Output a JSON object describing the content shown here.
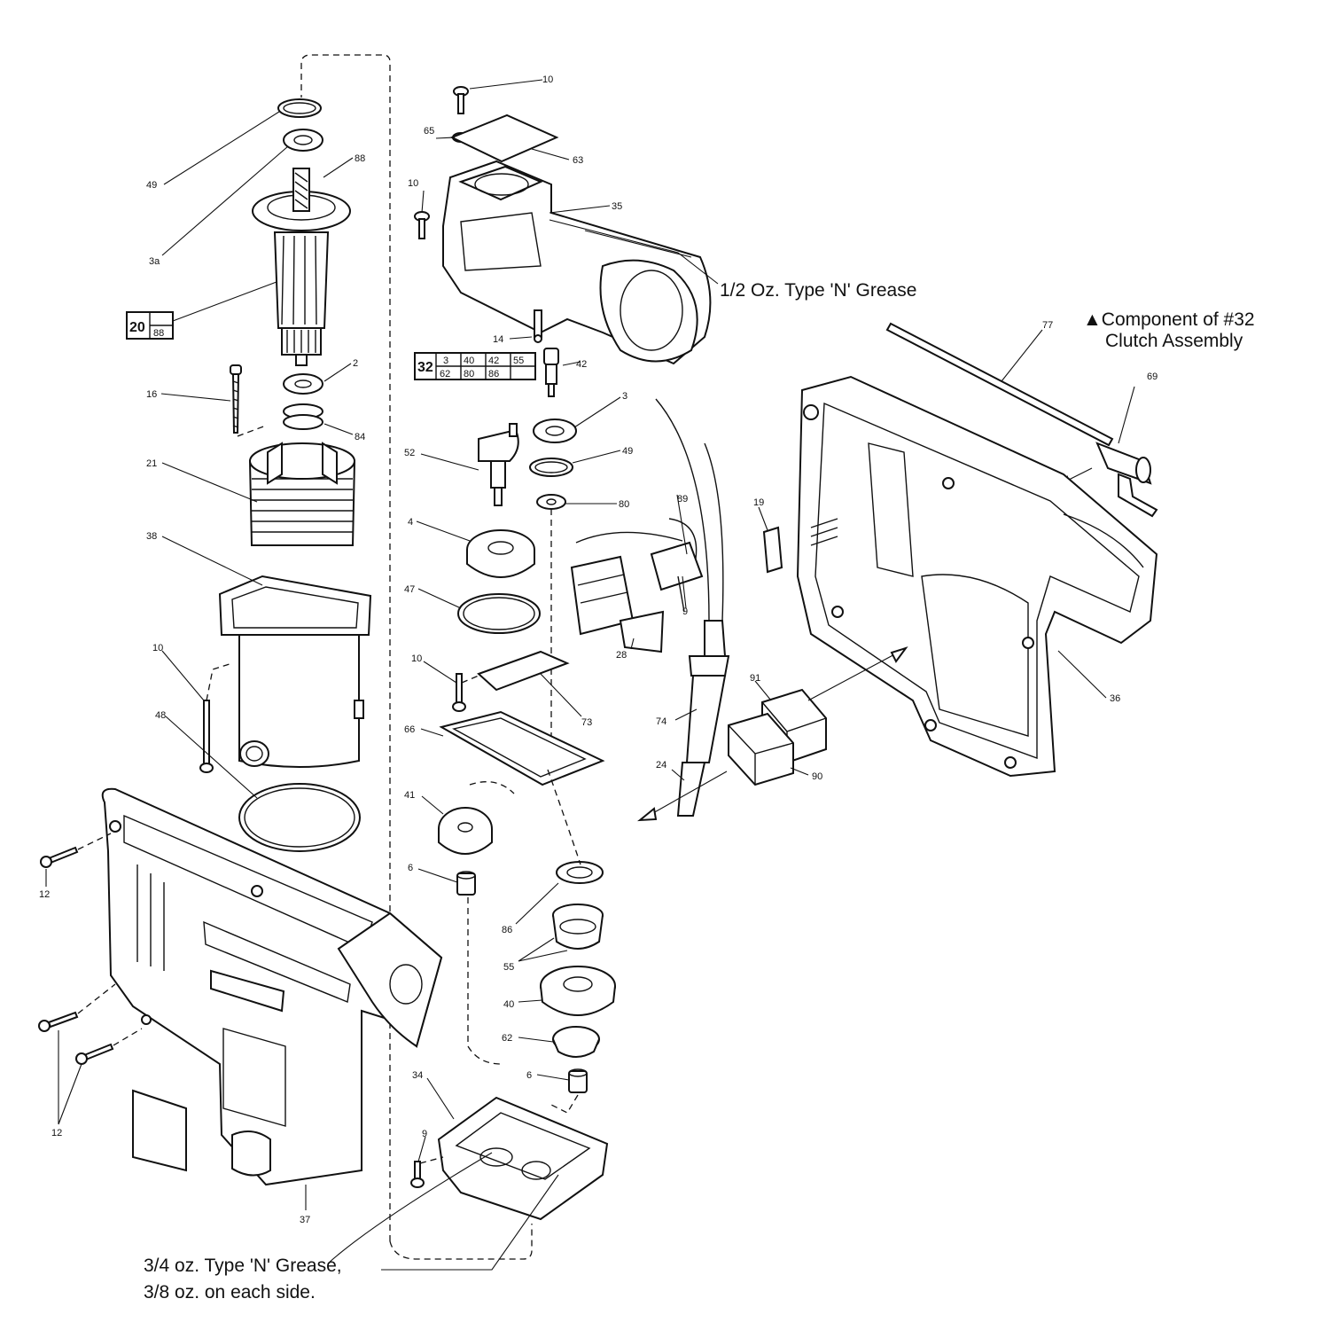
{
  "notes": {
    "top_grease": "1/2 Oz. Type 'N' Grease",
    "component_title": "▲Component of #32",
    "component_sub": "Clutch Assembly",
    "bottom_grease_1": "3/4 oz. Type 'N' Grease,",
    "bottom_grease_2": "3/8 oz. on each side."
  },
  "labels": {
    "p10a": "10",
    "p65": "65",
    "p63": "63",
    "p10b": "10",
    "p35": "35",
    "p14": "14",
    "p49a": "49",
    "p88": "88",
    "p3a": "3a",
    "p2": "2",
    "p16": "16",
    "p84": "84",
    "p21": "21",
    "p38": "38",
    "p10c": "10",
    "p48": "48",
    "p12a": "12",
    "p12b": "12",
    "p37": "37",
    "p42": "42",
    "p3": "3",
    "p49b": "49",
    "p52": "52",
    "p80": "80",
    "p4": "4",
    "p47": "47",
    "p10d": "10",
    "p73": "73",
    "p66": "66",
    "p41": "41",
    "p6a": "6",
    "p86": "86",
    "p55": "55",
    "p40": "40",
    "p62": "62",
    "p6b": "6",
    "p34": "34",
    "p9a": "9",
    "p89": "89",
    "p9b": "9",
    "p28": "28",
    "p74": "74",
    "p24": "24",
    "p91": "91",
    "p90": "90",
    "p77": "77",
    "p69": "69",
    "p19": "19",
    "p36": "36"
  },
  "box_20": {
    "main": "20",
    "sub": "88"
  },
  "box_32": {
    "main": "32",
    "row1": [
      "3",
      "40",
      "42",
      "55"
    ],
    "row2": [
      "62",
      "80",
      "86",
      ""
    ]
  }
}
